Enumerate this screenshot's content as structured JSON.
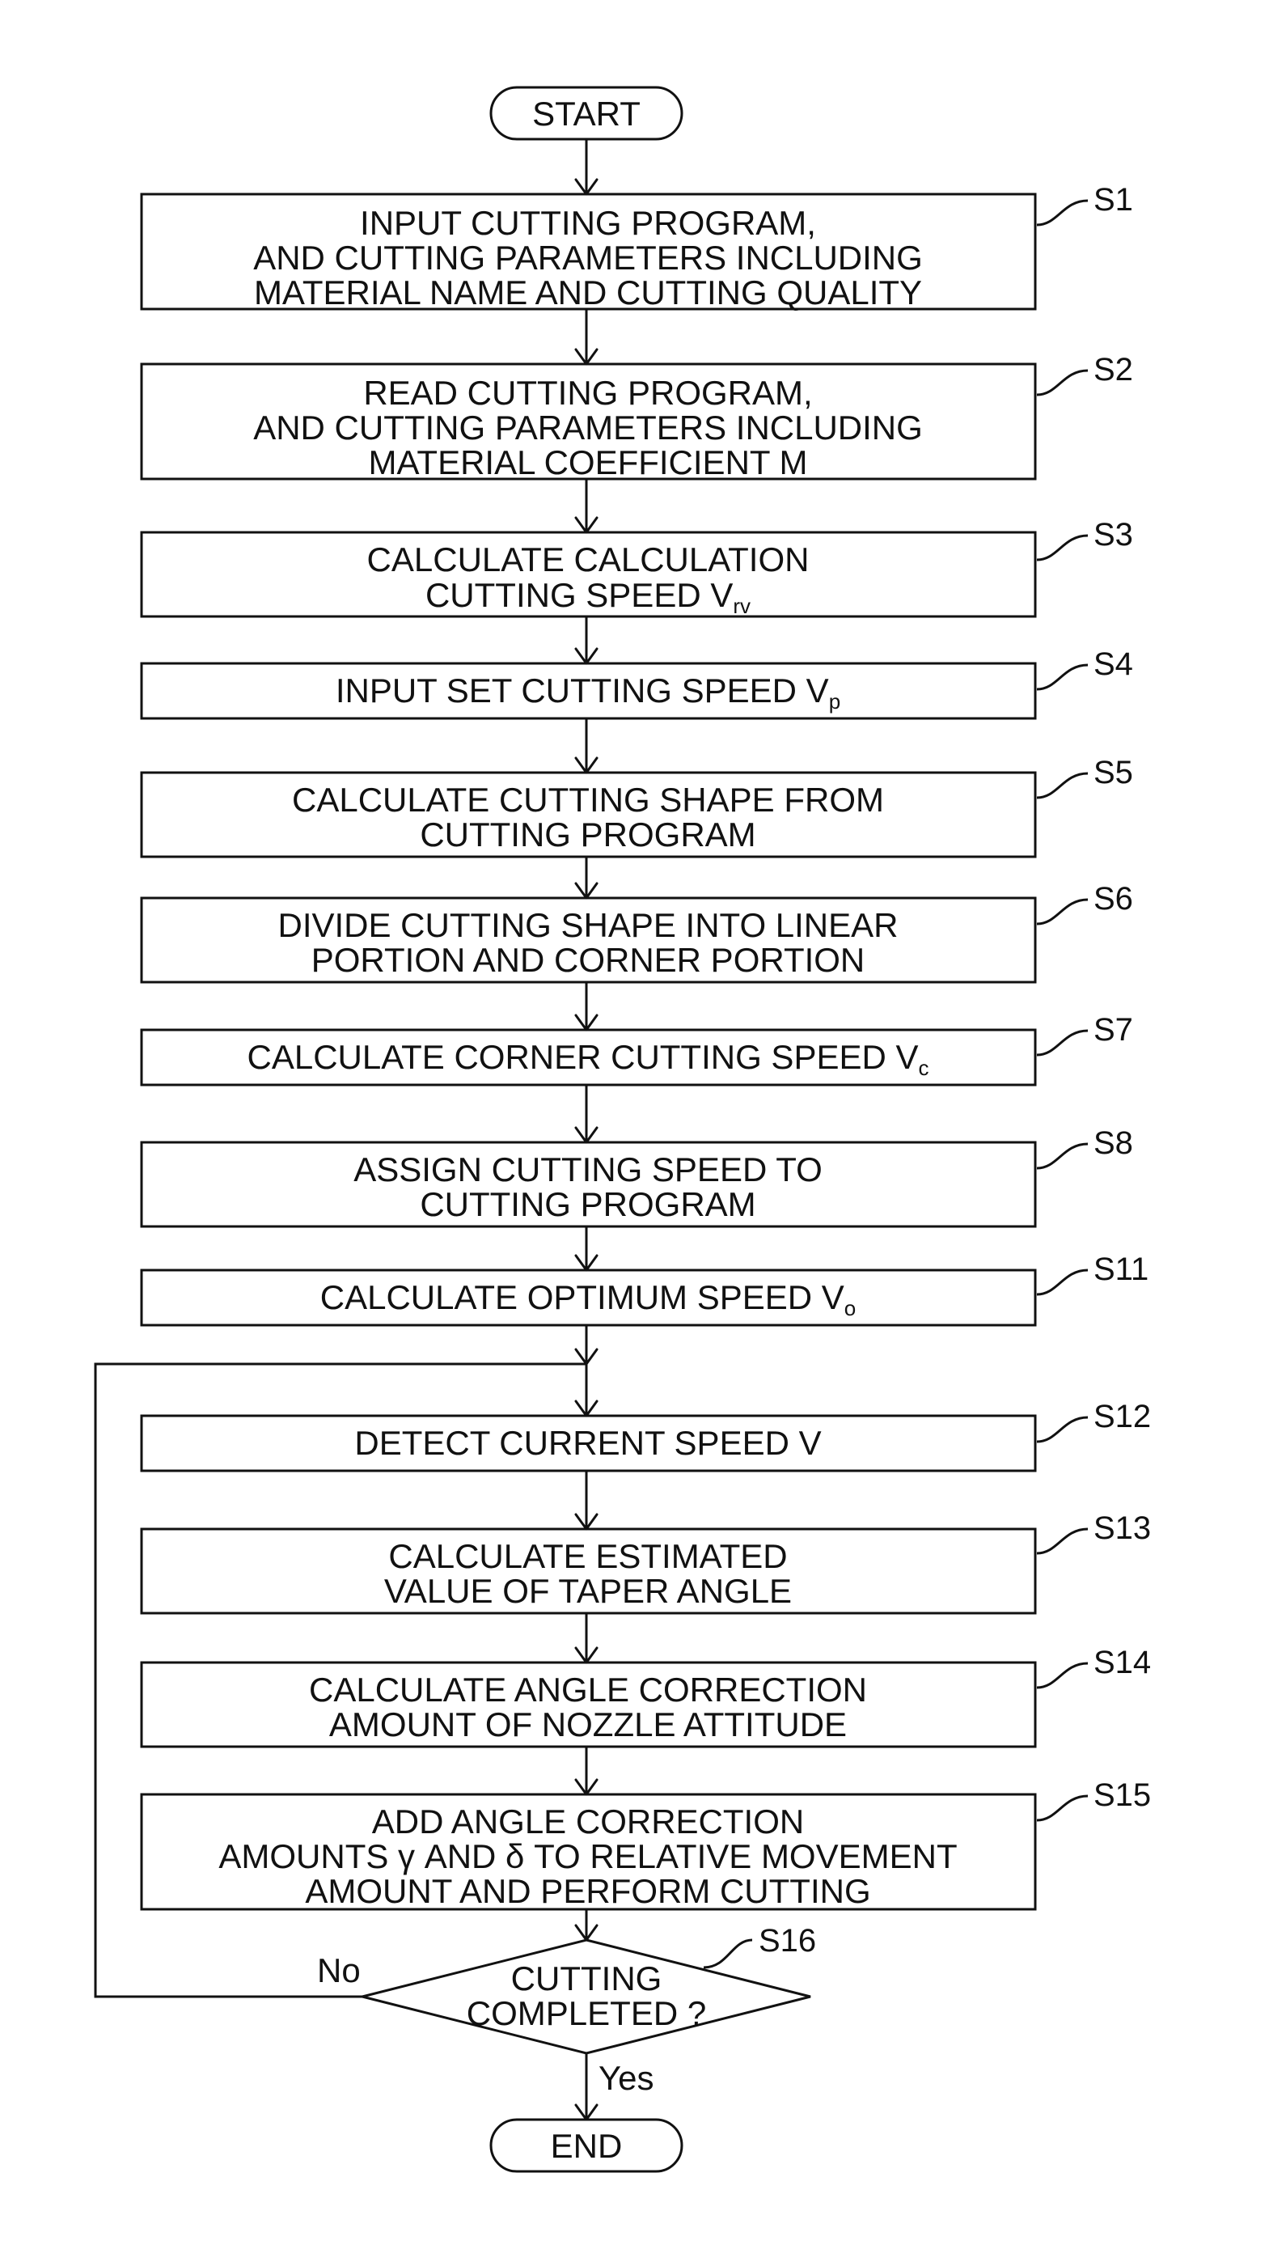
{
  "start": "START",
  "end": "END",
  "steps": [
    {
      "id": "S1",
      "lines": [
        "INPUT CUTTING PROGRAM,",
        "AND CUTTING PARAMETERS INCLUDING",
        "MATERIAL NAME AND CUTTING QUALITY"
      ]
    },
    {
      "id": "S2",
      "lines": [
        "READ CUTTING PROGRAM,",
        "AND CUTTING PARAMETERS INCLUDING",
        "MATERIAL COEFFICIENT M"
      ]
    },
    {
      "id": "S3",
      "lines": [
        "CALCULATE CALCULATION",
        "CUTTING SPEED V"
      ],
      "subscript": "rv"
    },
    {
      "id": "S4",
      "lines": [
        "INPUT SET CUTTING SPEED V"
      ],
      "subscript": "p"
    },
    {
      "id": "S5",
      "lines": [
        "CALCULATE CUTTING SHAPE FROM",
        "CUTTING PROGRAM"
      ]
    },
    {
      "id": "S6",
      "lines": [
        "DIVIDE CUTTING SHAPE INTO LINEAR",
        "PORTION AND CORNER PORTION"
      ]
    },
    {
      "id": "S7",
      "lines": [
        "CALCULATE CORNER CUTTING SPEED V"
      ],
      "subscript": "c"
    },
    {
      "id": "S8",
      "lines": [
        "ASSIGN CUTTING SPEED TO",
        "CUTTING PROGRAM"
      ]
    },
    {
      "id": "S11",
      "lines": [
        "CALCULATE OPTIMUM SPEED V"
      ],
      "subscript": "o"
    },
    {
      "id": "S12",
      "lines": [
        "DETECT CURRENT SPEED V"
      ]
    },
    {
      "id": "S13",
      "lines": [
        "CALCULATE ESTIMATED",
        "VALUE OF TAPER ANGLE"
      ]
    },
    {
      "id": "S14",
      "lines": [
        "CALCULATE ANGLE CORRECTION",
        "AMOUNT OF NOZZLE ATTITUDE"
      ]
    },
    {
      "id": "S15",
      "lines": [
        "ADD ANGLE CORRECTION",
        "AMOUNTS γ AND δ TO RELATIVE MOVEMENT",
        "AMOUNT AND PERFORM CUTTING"
      ]
    }
  ],
  "decision": {
    "id": "S16",
    "lines": [
      "CUTTING",
      "COMPLETED ?"
    ],
    "no": "No",
    "yes": "Yes"
  }
}
